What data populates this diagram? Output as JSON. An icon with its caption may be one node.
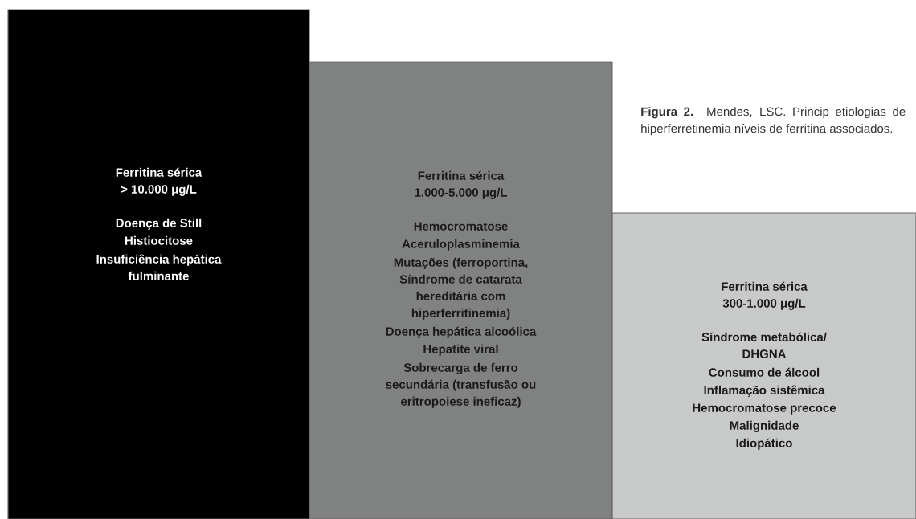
{
  "diagram": {
    "caption": "**Figura 2.** Mendes, LSC. Princip etiologias de hiperferretinemia níveis de ferritina associados.",
    "nodes": [
      {
        "text": [
          "Ferritina sérica > 10.000 μg/L",
          "Doença de Still",
          "Histiocitose",
          "Insuficiência hepática fulminante"
        ]
      },
      {
        "text": [
          "Ferritina sérica 1.000-5.000 μg/L",
          "Hemocromatose",
          "Aceruloplasminemia",
          "Mutações (ferroportina, Síndrome de catarata hereditária com hiperferritinemia)",
          "Doença hepática alcoólica",
          "Hepatite viral",
          "Sobrecarga de ferro secundária (transfusão ou eritropoiese ineficaz)"
        ]
      },
      {
        "text": [
          "Ferritina sérica 300-1.000 μg/L",
          "Síndrome metabólica/ DHGNA",
          "Consumo de álcool",
          "Inflamação sistêmica",
          "Hemocromatose precoce",
          "Malignidade",
          "Idiopático"
        ]
      }
    ]
  }
}
